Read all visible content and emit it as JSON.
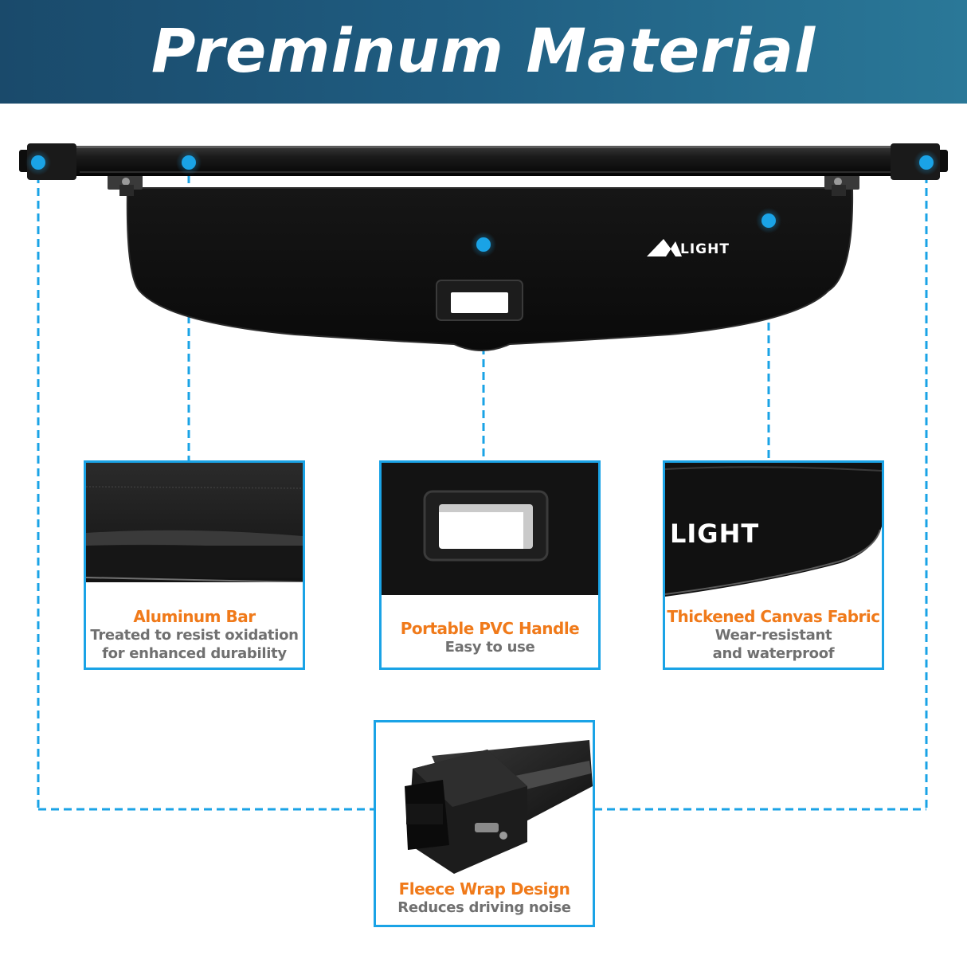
{
  "banner": {
    "title": "Preminum Material"
  },
  "product": {
    "logo_text": "LIGHT"
  },
  "features": [
    {
      "title": "Aluminum Bar",
      "lines": [
        "Treated to resist oxidation",
        "for enhanced durability"
      ]
    },
    {
      "title": "Portable PVC Handle",
      "lines": [
        "Easy to use"
      ]
    },
    {
      "title": "Thickened Canvas Fabric",
      "lines": [
        "Wear-resistant",
        "and waterproof"
      ]
    },
    {
      "title": "Fleece Wrap Design",
      "lines": [
        "Reduces driving noise"
      ]
    }
  ],
  "colors": {
    "banner": "#1f5c80",
    "accent": "#1aa3e6",
    "title_orange": "#f07a1a",
    "subtitle_gray": "#707070"
  }
}
